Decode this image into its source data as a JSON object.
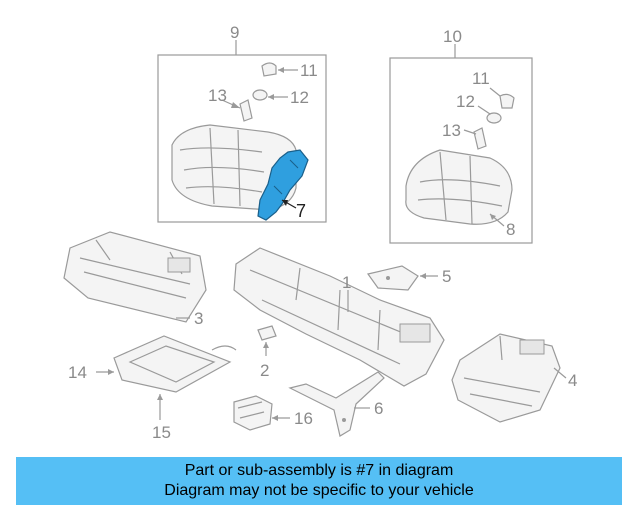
{
  "colors": {
    "highlight": "#2f9fdf",
    "footer_bg": "#55bff5",
    "line": "#9a9a9a",
    "label": "#8a8a8a"
  },
  "labels": {
    "l1": "1",
    "l2": "2",
    "l3": "3",
    "l4": "4",
    "l5": "5",
    "l6": "6",
    "l7": "7",
    "l8": "8",
    "l9": "9",
    "l10": "10",
    "l11a": "11",
    "l12a": "12",
    "l13a": "13",
    "l11b": "11",
    "l12b": "12",
    "l13b": "13",
    "l14": "14",
    "l15": "15",
    "l16": "16"
  },
  "footer": {
    "line1": "Part or sub-assembly is #7 in diagram",
    "line2": "Diagram may not be specific to your vehicle"
  }
}
